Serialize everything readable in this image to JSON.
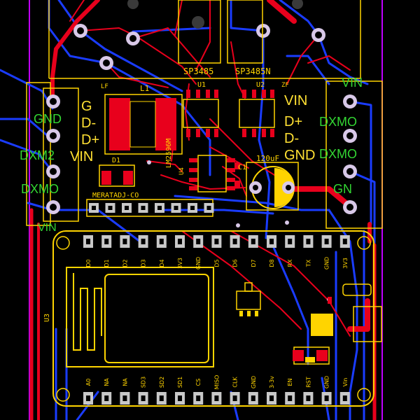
{
  "components": {
    "sp3485_1": "SP3485",
    "sp3485_2": "SP3485N",
    "u1": "U1",
    "u2": "U2",
    "zf": "ZF",
    "lf": "LF",
    "l1": "L1",
    "d1": "D1",
    "u4": "U4",
    "c1": "C1",
    "cap_value": "120uF",
    "regulator": "LM2596M",
    "adc_header": "MERATADJ-CO",
    "u3": "U3"
  },
  "left_connector": {
    "labels_yellow": [
      "G",
      "D-",
      "D+",
      "VIN"
    ],
    "labels_green": [
      "GND",
      "DXM2",
      "DXMO",
      "VIN"
    ]
  },
  "right_connector": {
    "labels_yellow": [
      "VIN",
      "D+",
      "D-",
      "GND"
    ],
    "labels_green": [
      "VIN",
      "DXMO",
      "DXMO",
      "GN"
    ]
  },
  "module_top_pins": [
    "D0",
    "D1",
    "D2",
    "D3",
    "D4",
    "3V3",
    "GND",
    "D5",
    "D6",
    "D7",
    "D8",
    "RX",
    "TX",
    "GND",
    "3V3"
  ],
  "module_bottom_pins": [
    "A0",
    "NA",
    "NA",
    "SD3",
    "SD2",
    "SD1",
    "CS",
    "MISO",
    "CLK",
    "GND",
    "3-3v",
    "EN",
    "RST",
    "GND",
    "Vin"
  ],
  "colors": {
    "board": "#000000",
    "top_copper": "#e8001c",
    "bottom_copper": "#1a3cff",
    "silkscreen": "#ffd400",
    "outline": "#c000ff",
    "pad": "#c8c8c8",
    "via_ring": "#d8c8e8",
    "label_green": "#33d633"
  }
}
